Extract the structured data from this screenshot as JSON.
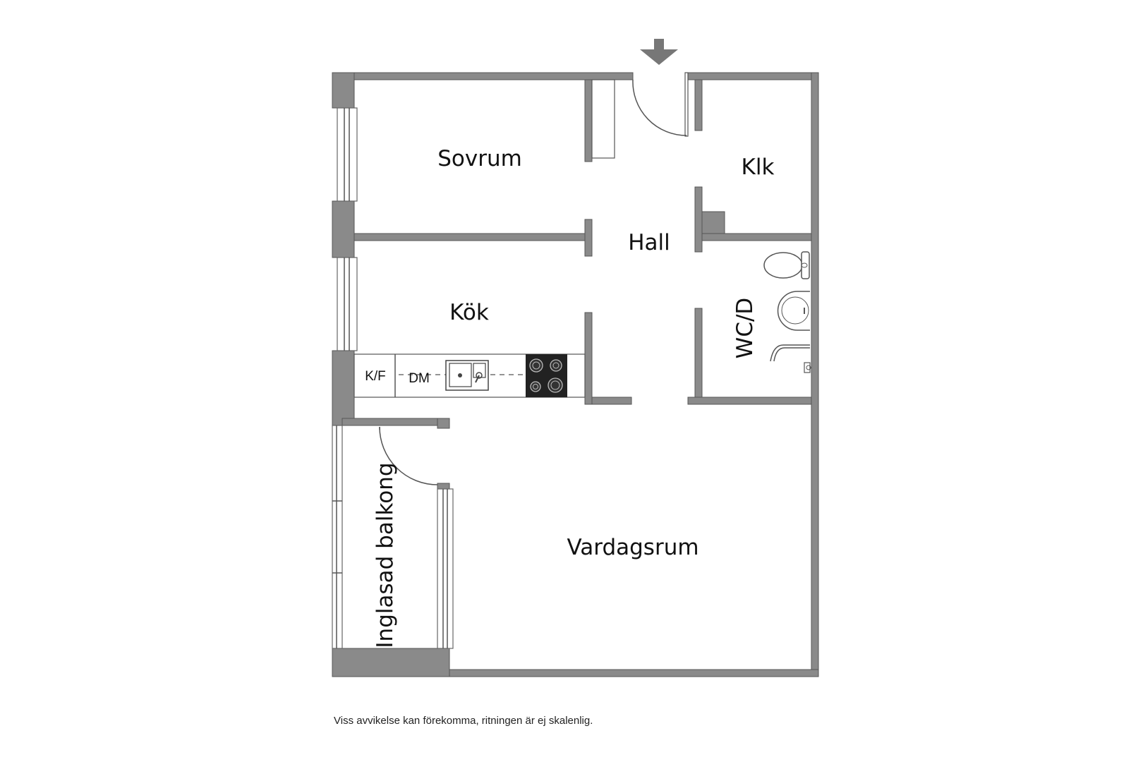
{
  "rooms": {
    "sovrum": "Sovrum",
    "klk": "Klk",
    "hall": "Hall",
    "kok": "Kök",
    "wcd": "WC/D",
    "vardagsrum": "Vardagsrum",
    "balkong": "Inglasad balkong"
  },
  "fixtures": {
    "kf": "K/F",
    "dm": "DM"
  },
  "disclaimer": "Viss avvikelse kan förekomma, ritningen är ej skalenlig.",
  "icons": {
    "entrance": "entrance-arrow-icon"
  },
  "colors": {
    "wall": "#8a8a8a",
    "background": "#ffffff",
    "text": "#111111"
  }
}
